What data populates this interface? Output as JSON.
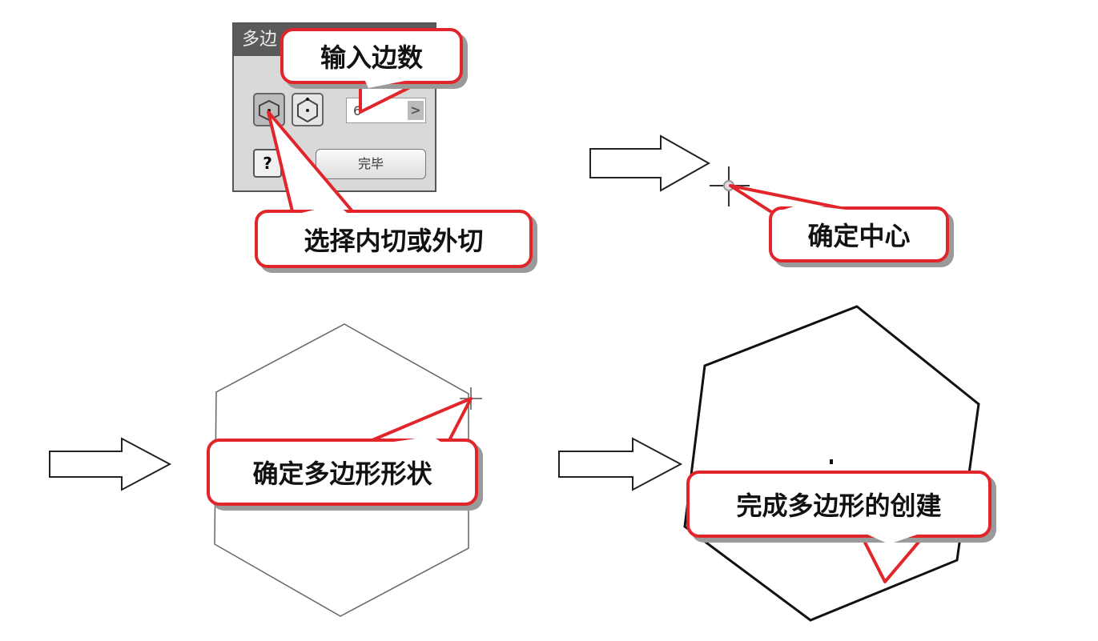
{
  "dialog": {
    "title": "多边",
    "sides_value": "6",
    "spin_arrow": ">",
    "help_label": "?",
    "done_label": "完毕"
  },
  "callouts": {
    "input_sides": "输入边数",
    "inscribed_circumscribed": "选择内切或外切",
    "set_center": "确定中心",
    "set_shape": "确定多边形形状",
    "finish": "完成多边形的创建"
  },
  "colors": {
    "callout_border": "#e0262b",
    "shadow": "#9a9a9a"
  }
}
